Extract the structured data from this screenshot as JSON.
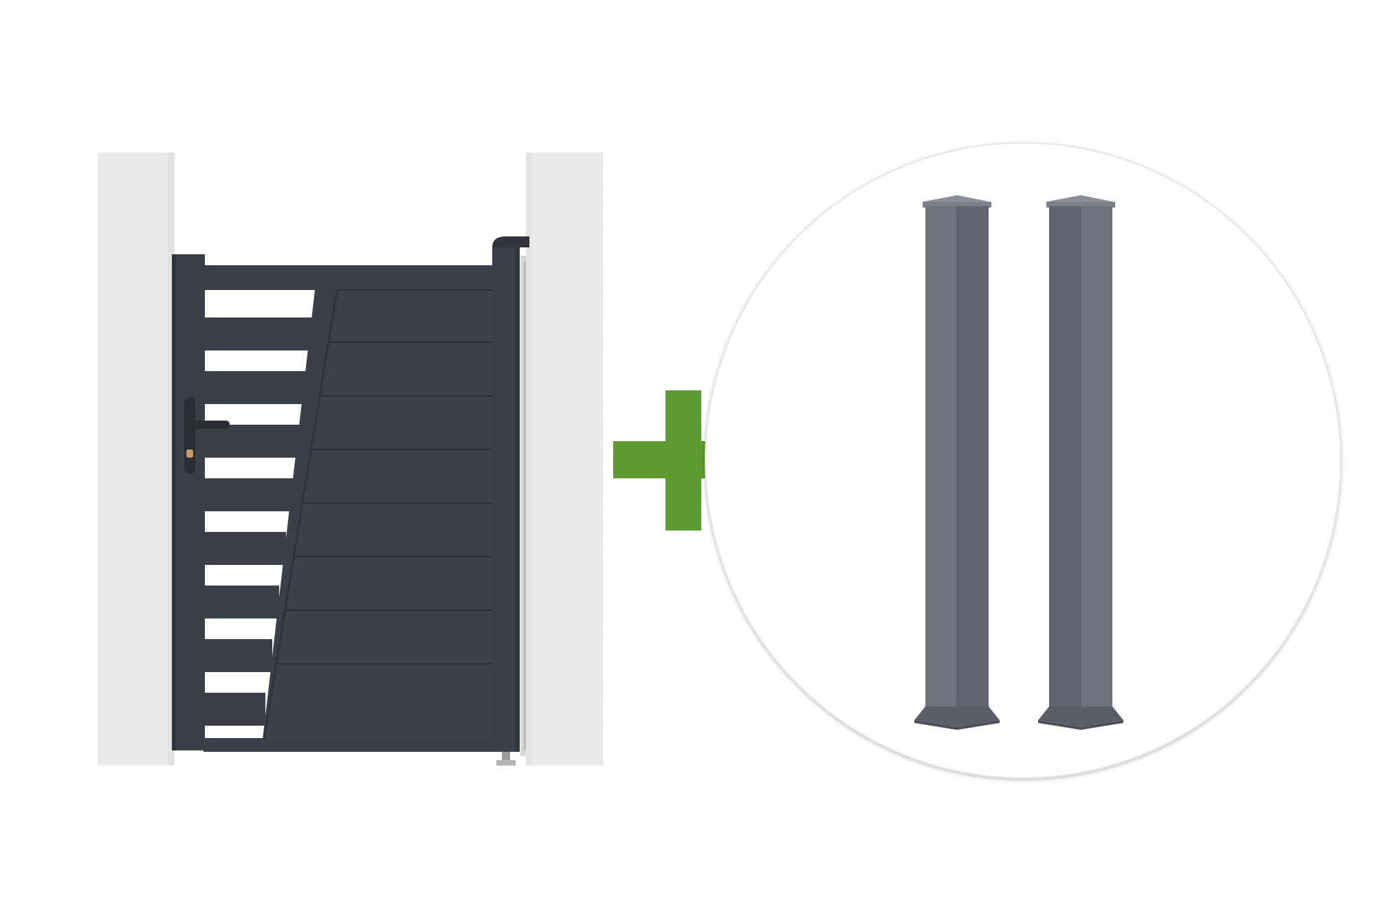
{
  "scene": {
    "background": "#ffffff",
    "gate": {
      "kind": "pedestrian-gate",
      "colors": {
        "frame": "#3b3f47",
        "frame_dark": "#30343b",
        "panel": "#3d424a",
        "panel_line": "#2c3036",
        "pillar": "#eeeeee",
        "pillar_shade": "#e2e2e2",
        "handle": "#2a2d31",
        "lock": "#c89a66"
      },
      "open_slats_count": 8,
      "closed_panels_count": 8
    },
    "plus": {
      "kind": "plus-sign",
      "color": "#5e9a32"
    },
    "posts": {
      "kind": "aluminium-posts",
      "count": 2,
      "colors": {
        "light_face": "#6e737d",
        "dark_face": "#5f646e",
        "cap": "#8a8f98",
        "base": "#5a5f67"
      },
      "circle_border": "#e6e6e6"
    }
  }
}
